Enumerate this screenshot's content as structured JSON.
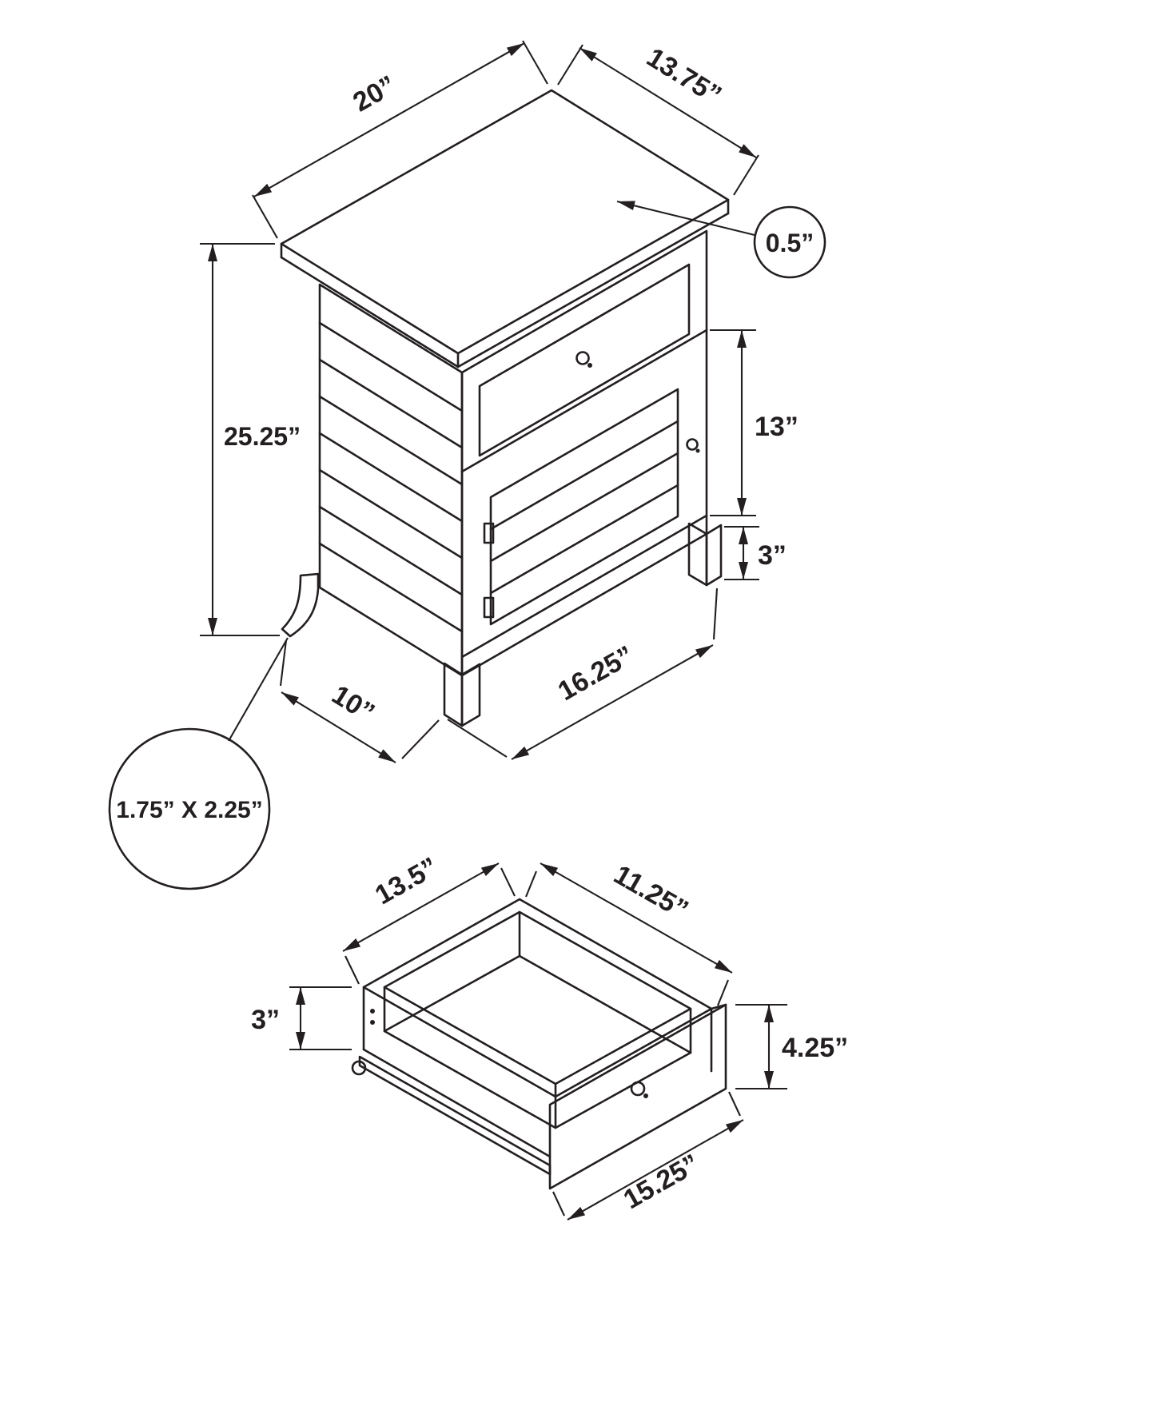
{
  "figure": {
    "background_color": "#ffffff",
    "line_color": "#231f20",
    "description": "Furniture dimension line drawing: accent side table with drawer, plus detached drawer box"
  },
  "nightstand": {
    "dims": {
      "top_width": "20”",
      "top_depth": "13.75”",
      "top_thickness": "0.5”",
      "height": "25.25”",
      "door_height": "13”",
      "leg_height": "3”",
      "base_width": "16.25”",
      "base_depth": "10”",
      "leg_cross_section": "1.75” X 2.25”"
    }
  },
  "drawer": {
    "dims": {
      "inner_depth": "13.5”",
      "inner_width": "11.25”",
      "side_height": "3”",
      "front_height": "4.25”",
      "front_width": "15.25”"
    }
  }
}
